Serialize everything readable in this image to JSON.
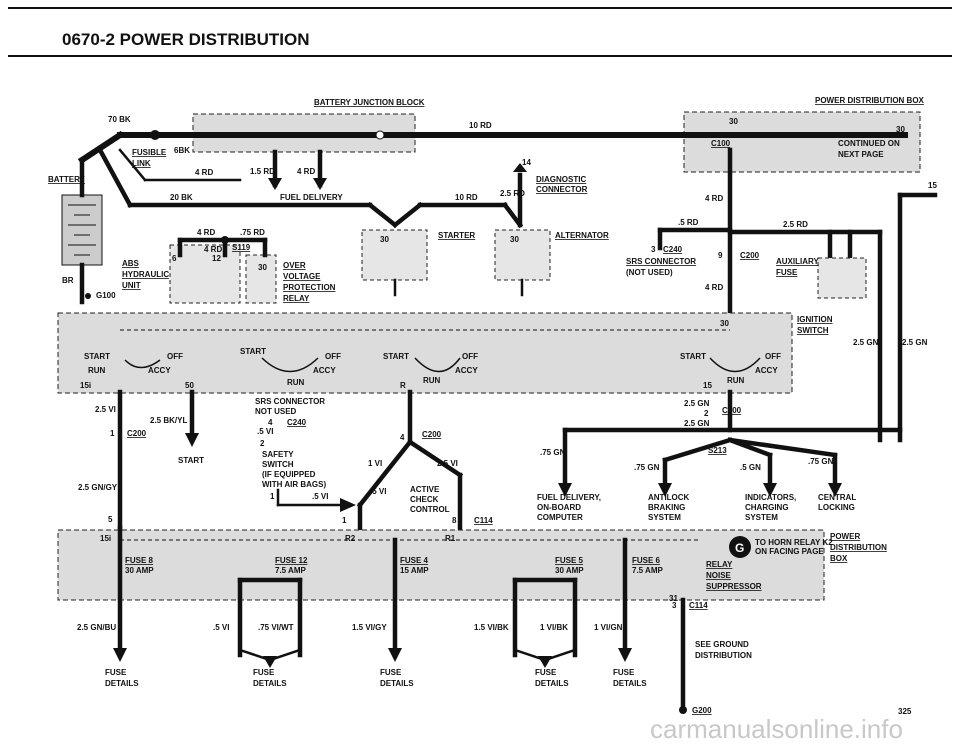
{
  "header": {
    "title": "0670-2  POWER DISTRIBUTION",
    "page_number": "325"
  },
  "watermark": "carmanualsonline.info",
  "labels": {
    "battery_junction_block": "BATTERY JUNCTION BLOCK",
    "power_distribution_box_top": "POWER DISTRIBUTION BOX",
    "continued_on": "CONTINUED ON",
    "next_page": "NEXT PAGE",
    "battery": "BATTERY",
    "fusible_link": "FUSIBLE",
    "link": "LINK",
    "w70bk": "70 BK",
    "w6bk": "6BK",
    "w20bk": "20 BK",
    "w4rd_a": "4 RD",
    "w15rd": "1.5 RD",
    "w4rd_b": "4 RD",
    "w10rd_top": "10 RD",
    "w10rd_mid": "10 RD",
    "fuel_delivery": "FUEL DELIVERY",
    "n14": "14",
    "w25rd": "2.5 RD",
    "diagnostic": "DIAGNOSTIC",
    "connector": "CONNECTOR",
    "n15_edge": "15",
    "c100": "C100",
    "n30a": "30",
    "n30b": "30",
    "w4rd_pd": "4 RD",
    "w5rd": ".5 RD",
    "w25rd_b": "2.5 RD",
    "w4rd_c": "4 RD",
    "w75rd": ".75 RD",
    "w4rd_d": "4 RD",
    "s119": "S119",
    "n6": "6",
    "n12": "12",
    "n30_ovp": "30",
    "over": "OVER",
    "voltage": "VOLTAGE",
    "protection": "PROTECTION",
    "relay": "RELAY",
    "abs": "ABS",
    "hydraulic": "HYDRAULIC",
    "unit": "UNIT",
    "br": "BR",
    "g100": "G100",
    "n30_starter": "30",
    "starter": "STARTER",
    "n30_alt": "30",
    "alternator": "ALTERNATOR",
    "n3": "3",
    "c240_a": "C240",
    "srs_connector": "SRS CONNECTOR",
    "not_used": "(NOT USED)",
    "n9": "9",
    "c200_a": "C200",
    "auxiliary": "AUXILIARY",
    "fuse": "FUSE",
    "w4rd_e": "4 RD",
    "ignition": "IGNITION",
    "switch": "SWITCH",
    "n30_ign": "30",
    "w25gn_a": "2.5 GN",
    "w25gn_b": "2.5 GN",
    "start": "START",
    "off": "OFF",
    "run": "RUN",
    "accy": "ACCY",
    "n15i": "15i",
    "n50": "50",
    "nR": "R",
    "n15": "15",
    "w25vi": "2.5 VI",
    "w25bkyl": "2.5 BK/YL",
    "n1a": "1",
    "c200_b": "C200",
    "start_lbl": "START",
    "srs_conn2": "SRS CONNECTOR",
    "not_used2": "NOT USED",
    "n4a": "4",
    "c240_b": "C240",
    "w5vi_a": ".5 VI",
    "n2a": "2",
    "safety": "SAFETY",
    "switch2": "SWITCH",
    "if_equipped": "(IF EQUIPPED",
    "with_air_bags": "WITH AIR BAGS)",
    "n1b": "1",
    "w5vi_b": ".5 VI",
    "n4b": "4",
    "c200_c": "C200",
    "w1vi": "1 VI",
    "w25vi_b": "2.5 VI",
    "w5vi_c": ".5 VI",
    "active": "ACTIVE",
    "check": "CHECK",
    "control": "CONTROL",
    "n1c": "1",
    "n8": "8",
    "c114_a": "C114",
    "w25gnvy": "2.5 GN/GY",
    "n5": "5",
    "w25gn_c": "2.5 GN",
    "n2b": "2",
    "c200_d": "C200",
    "w25gn_d": "2.5 GN",
    "s213": "S213",
    "w75gn_a": ".75 GN",
    "w75gn_b": ".75 GN",
    "w5gn": ".5 GN",
    "w75gn_c": ".75 GN",
    "fuel_delivery2": "FUEL DELIVERY,",
    "on_board": "ON-BOARD",
    "computer": "COMPUTER",
    "antilock": "ANTILOCK",
    "braking": "BRAKING",
    "system_a": "SYSTEM",
    "indicators": "INDICATORS,",
    "charging": "CHARGING",
    "system_b": "SYSTEM",
    "central": "CENTRAL",
    "locking": "LOCKING",
    "n15i_b": "15i",
    "r2": "R2",
    "r1": "R1",
    "fuse8": "FUSE 8",
    "fuse8_amp": "30 AMP",
    "fuse12": "FUSE 12",
    "fuse12_amp": "7.5 AMP",
    "fuse4": "FUSE 4",
    "fuse4_amp": "15 AMP",
    "fuse5": "FUSE 5",
    "fuse5_amp": "30 AMP",
    "fuse6": "FUSE 6",
    "fuse6_amp": "7.5 AMP",
    "g_badge": "G",
    "to_horn": "TO HORN RELAY K2",
    "on_facing": "ON FACING PAGE",
    "relay_ns": "RELAY",
    "noise": "NOISE",
    "suppressor": "SUPPRESSOR",
    "power_db_b1": "POWER",
    "power_db_b2": "DISTRIBUTION",
    "power_db_b3": "BOX",
    "n31": "31",
    "n3b": "3",
    "c114_b": "C114",
    "w25gnbu": "2.5 GN/BU",
    "w5vi_d": ".5 VI",
    "w75viwt": ".75 VI/WT",
    "w15vigy": "1.5 VI/GY",
    "w15vibk": "1.5 VI/BK",
    "w1vibk": "1 VI/BK",
    "w1vign": "1 VI/GN",
    "see_ground": "SEE GROUND",
    "distribution": "DISTRIBUTION",
    "g200": "G200",
    "fuse_d1": "FUSE",
    "fuse_d1b": "DETAILS",
    "fuse_d2": "FUSE",
    "fuse_d2b": "DETAILS",
    "fuse_d3": "FUSE",
    "fuse_d3b": "DETAILS",
    "fuse_d4": "FUSE",
    "fuse_d4b": "DETAILS",
    "fuse_d5": "FUSE",
    "fuse_d5b": "DETAILS"
  }
}
